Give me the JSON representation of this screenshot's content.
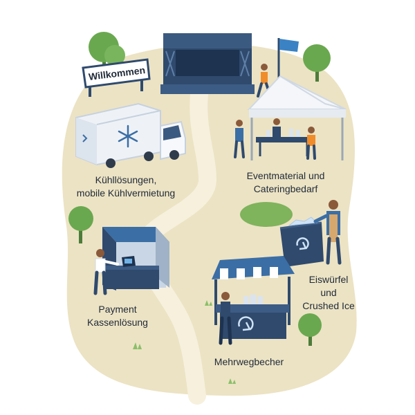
{
  "welcome_sign": "Willkommen",
  "stations": {
    "cooling": {
      "line1": "Kühllösungen,",
      "line2": "mobile Kühlvermietung"
    },
    "event": {
      "line1": "Eventmaterial und",
      "line2": "Cateringbedarf"
    },
    "payment": {
      "line1": "Payment",
      "line2": "Kassenlösung"
    },
    "ice": {
      "line1": "Eiswürfel",
      "line2": "und",
      "line3": "Crushed Ice"
    },
    "cups": {
      "line1": "Mehrwegbecher"
    }
  },
  "colors": {
    "ground": "#ece3c4",
    "path": "#f6f0dd",
    "tree": "#6aa84f",
    "navy": "#2f4a6d",
    "blue": "#3b6ea5",
    "light_blue": "#dce7f3"
  }
}
